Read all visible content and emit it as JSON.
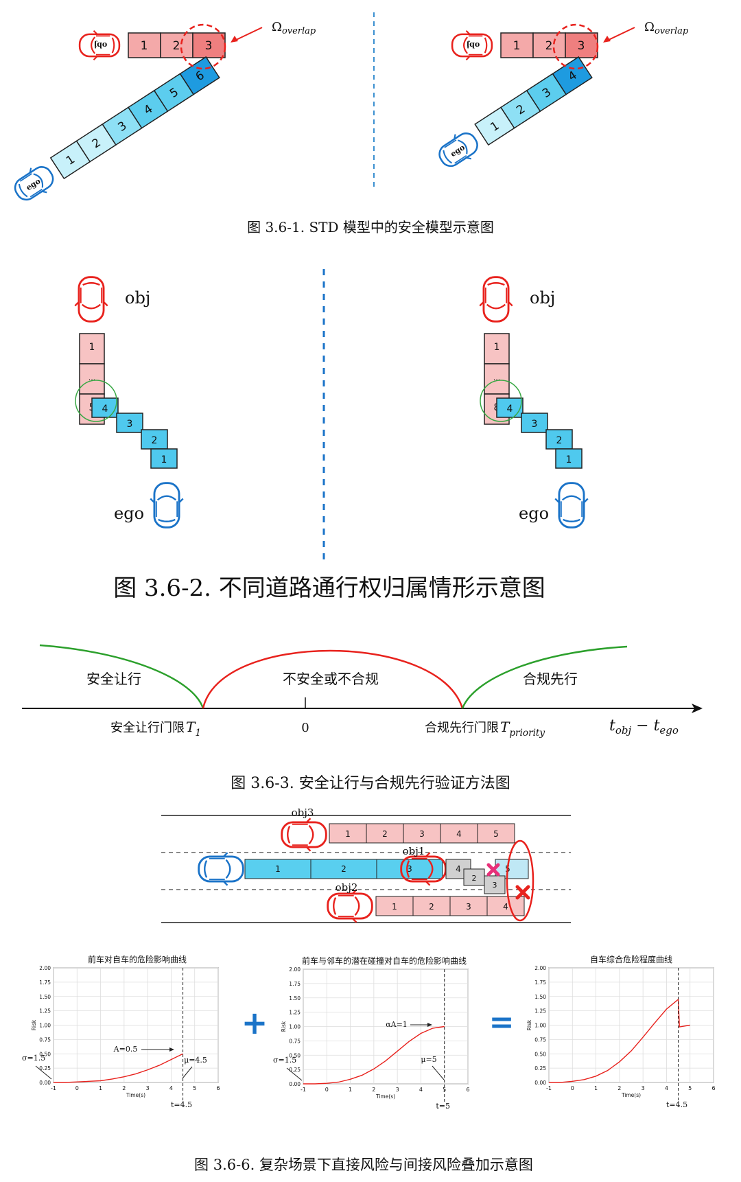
{
  "captions": {
    "fig1": "图 3.6-1. STD 模型中的安全模型示意图",
    "fig2": "图 3.6-2.  不同道路通行权归属情形示意图",
    "fig3": "图 3.6-3.  安全让行与合规先行验证方法图",
    "fig6": "图 3.6-6.  复杂场景下直接风险与间接风险叠加示意图"
  },
  "fig1": {
    "obj_label": "obj",
    "ego_label": "ego",
    "overlap_label": "Ω",
    "overlap_sub": "overlap",
    "left": {
      "obj_boxes": [
        "1",
        "2",
        "3"
      ],
      "ego_boxes": [
        "1",
        "2",
        "3",
        "4",
        "5",
        "6"
      ]
    },
    "right": {
      "obj_boxes": [
        "1",
        "2",
        "3"
      ],
      "ego_boxes": [
        "1",
        "2",
        "3",
        "4"
      ]
    }
  },
  "fig2": {
    "obj_label": "obj",
    "ego_label": "ego",
    "left": {
      "obj_boxes": [
        "1",
        "...",
        "5"
      ],
      "ego_boxes": [
        "4",
        "3",
        "2",
        "1"
      ]
    },
    "right": {
      "obj_boxes": [
        "1",
        "...",
        "8"
      ],
      "ego_boxes": [
        "4",
        "3",
        "2",
        "1"
      ]
    }
  },
  "fig3": {
    "region_left": "安全让行",
    "region_mid": "不安全或不合规",
    "region_right": "合规先行",
    "tick_left": "安全让行门限",
    "tick_left_math": "T",
    "tick_left_sub": "1",
    "tick_zero": "0",
    "tick_right": "合规先行门限",
    "tick_right_math": "T",
    "tick_right_sub": "priority",
    "axis_label_a": "t",
    "axis_label_a_sub": "obj",
    "axis_label_mid": " − ",
    "axis_label_b": "t",
    "axis_label_b_sub": "ego",
    "colors": {
      "safe": "#2ca02c",
      "unsafe": "#e8221d"
    }
  },
  "fig6": {
    "labels": {
      "obj1": "obj1",
      "obj2": "obj2",
      "obj3": "obj3"
    },
    "obj3_boxes": [
      "1",
      "2",
      "3",
      "4",
      "5"
    ],
    "ego_boxes": [
      "1",
      "2",
      "3"
    ],
    "obj1_boxes": [
      "4",
      "5"
    ],
    "obj1_lane_boxes": [
      "2",
      "3",
      "4"
    ],
    "obj2_boxes": [
      "1",
      "2",
      "3",
      "4"
    ],
    "plus_sign": "+",
    "equals_sign": "=",
    "charts": [
      {
        "title": "前车对自车的危险影响曲线",
        "xlabel": "Time(s)",
        "ylabel": "Risk",
        "annotations": [
          "A=0.5",
          "σ=1.5",
          "μ=4.5",
          "t=4.5"
        ]
      },
      {
        "title": "前车与邻车的潜在碰撞对自车的危险影响曲线",
        "xlabel": "Time(s)",
        "ylabel": "Risk",
        "annotations": [
          "αA=1",
          "σ=1.5",
          "μ=5",
          "t=5"
        ]
      },
      {
        "title": "自车综合危险程度曲线",
        "xlabel": "Time(s)",
        "ylabel": "Risk",
        "annotations": [
          "t=4.5"
        ]
      }
    ],
    "yticks": [
      "0.00",
      "0.25",
      "0.50",
      "0.75",
      "1.00",
      "1.25",
      "1.50",
      "1.75",
      "2.00"
    ],
    "xticks": [
      "-1",
      "0",
      "1",
      "2",
      "3",
      "4",
      "5",
      "6"
    ]
  },
  "chart_data": [
    {
      "type": "line",
      "title": "前车对自车的危险影响曲线",
      "xlabel": "Time(s)",
      "ylabel": "Risk",
      "xlim": [
        -1,
        6
      ],
      "ylim": [
        0,
        2
      ],
      "series": [
        {
          "x": [
            -1,
            -0.5,
            0,
            0.5,
            1,
            1.5,
            2,
            2.5,
            3,
            3.5,
            4,
            4.5
          ],
          "values": [
            0.0,
            0.0,
            0.01,
            0.02,
            0.03,
            0.06,
            0.1,
            0.15,
            0.22,
            0.3,
            0.4,
            0.5
          ]
        }
      ]
    },
    {
      "type": "line",
      "title": "前车与邻车的潜在碰撞对自车的危险影响曲线",
      "xlabel": "Time(s)",
      "ylabel": "Risk",
      "xlim": [
        -1,
        6
      ],
      "ylim": [
        0,
        2
      ],
      "series": [
        {
          "x": [
            -1,
            -0.5,
            0,
            0.5,
            1,
            1.5,
            2,
            2.5,
            3,
            3.5,
            4,
            4.5,
            5
          ],
          "values": [
            0.0,
            0.0,
            0.01,
            0.03,
            0.08,
            0.15,
            0.26,
            0.4,
            0.57,
            0.74,
            0.88,
            0.97,
            1.0
          ]
        }
      ]
    },
    {
      "type": "line",
      "title": "自车综合危险程度曲线",
      "xlabel": "Time(s)",
      "ylabel": "Risk",
      "xlim": [
        -1,
        6
      ],
      "ylim": [
        0,
        2
      ],
      "series": [
        {
          "x": [
            -1,
            -0.5,
            0,
            0.5,
            1,
            1.5,
            2,
            2.5,
            3,
            3.5,
            4,
            4.5,
            4.55,
            5
          ],
          "values": [
            0.0,
            0.0,
            0.02,
            0.05,
            0.11,
            0.21,
            0.36,
            0.55,
            0.79,
            1.04,
            1.28,
            1.45,
            0.97,
            1.0
          ]
        }
      ]
    }
  ]
}
